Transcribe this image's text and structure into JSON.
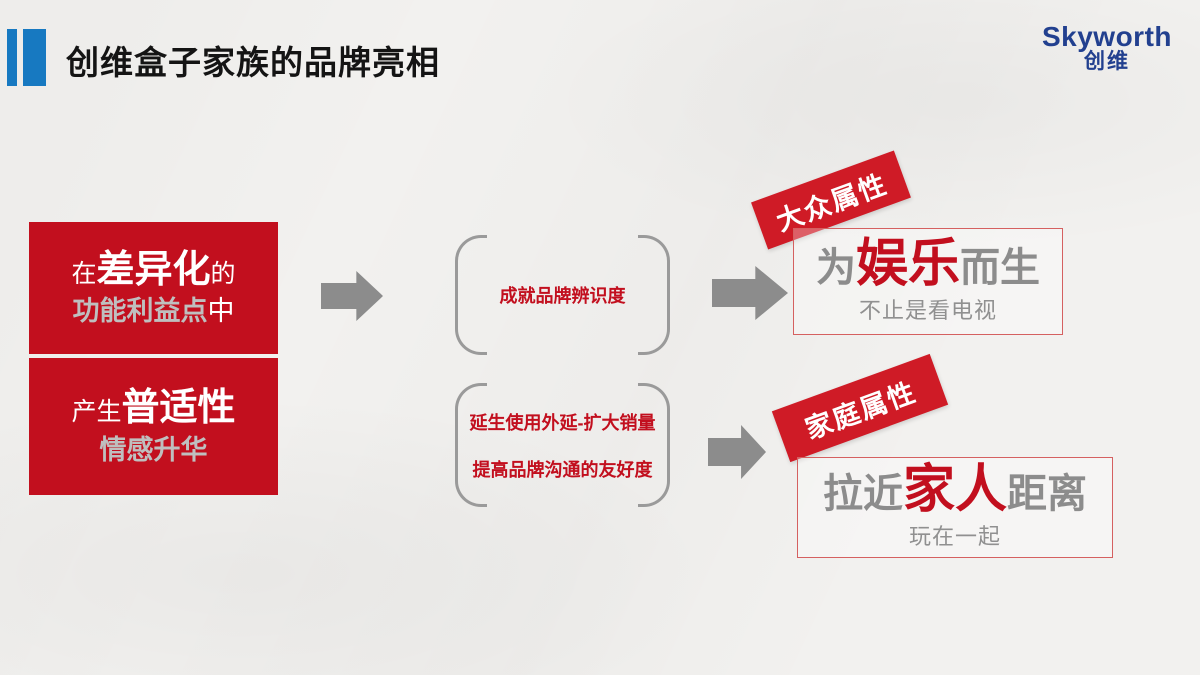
{
  "header": {
    "title": "创维盒子家族的品牌亮相",
    "logo_en": "Skyworth",
    "logo_cn": "创维"
  },
  "row1": {
    "cause": {
      "l1_pre": "在",
      "l1_em": "差异化",
      "l1_suf": "的",
      "l2_em": "功能利益点",
      "l2_suf": "中"
    },
    "bridge": "成就品牌辨识度",
    "tag": "大众属性",
    "result_pre": "为",
    "result_em": "娱乐",
    "result_suf": "而生",
    "result_sub": "不止是看电视"
  },
  "row2": {
    "cause": {
      "l1_pre": "产生",
      "l1_em": "普适性",
      "l2": "情感升华"
    },
    "bridge_lines": [
      "延生使用外延-扩大销量",
      "提高品牌沟通的友好度"
    ],
    "tag": "家庭属性",
    "result_pre": "拉近",
    "result_em": "家人",
    "result_suf": "距离",
    "result_sub": "玩在一起"
  },
  "colors": {
    "accent_red": "#c20f1e",
    "tag_red": "#cf1b26",
    "header_blue": "#1779c1",
    "logo_blue": "#22408f",
    "arrow_gray": "#8c8c8c",
    "result_gray": "#8c8c8c",
    "background": "#f2f1ef"
  }
}
